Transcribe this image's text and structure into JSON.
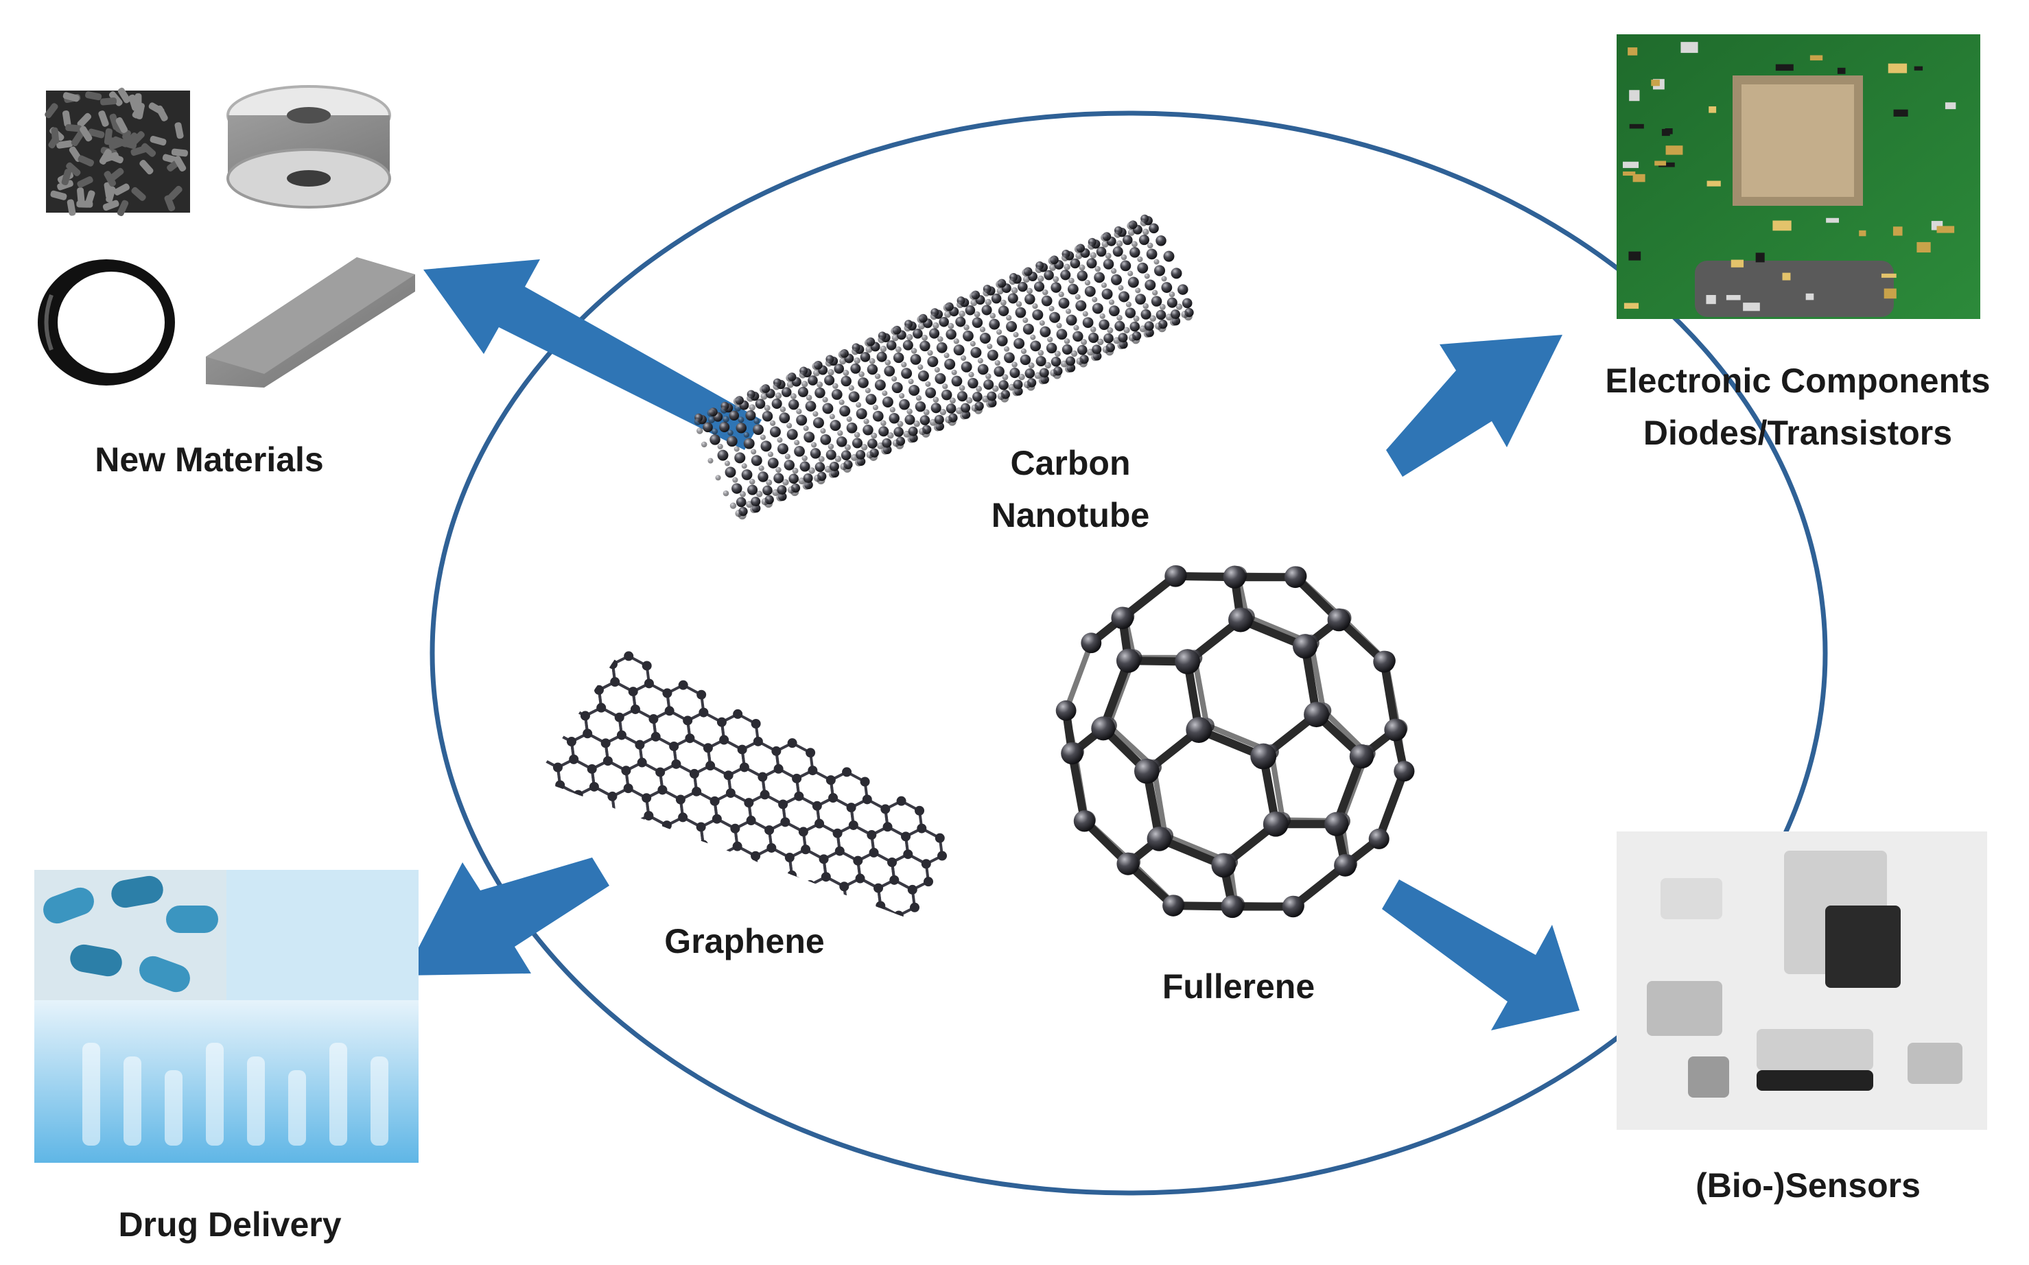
{
  "colors": {
    "ring": "#2f6196",
    "arrow": "#2f75b5",
    "atom": "#2b2b33",
    "bond": "#3a3a44",
    "text": "#1a1a1a"
  },
  "center": {
    "nanotube_label": [
      "Carbon",
      "Nanotube"
    ],
    "graphene_label": "Graphene",
    "fullerene_label": "Fullerene"
  },
  "applications": {
    "new_materials": {
      "label": "New Materials",
      "arrow": "arrow-up-left"
    },
    "electronics": {
      "label": [
        "Electronic Components",
        "Diodes/Transistors"
      ],
      "arrow": "arrow-up-right"
    },
    "drug_delivery": {
      "label": "Drug Delivery",
      "arrow": "arrow-down-left"
    },
    "sensors": {
      "label": "(Bio-)Sensors",
      "arrow": "arrow-down-right"
    }
  },
  "images": {
    "new_materials": [
      "carbon-pellets-photo",
      "carbon-tape-spool-photo",
      "carbon-ring-photo",
      "carbon-plate-photo"
    ],
    "electronics": "circuit-board-photo",
    "drug_delivery": [
      "blue-capsules-photo",
      "lab-glassware-photo"
    ],
    "sensors": "sensor-devices-photo"
  }
}
